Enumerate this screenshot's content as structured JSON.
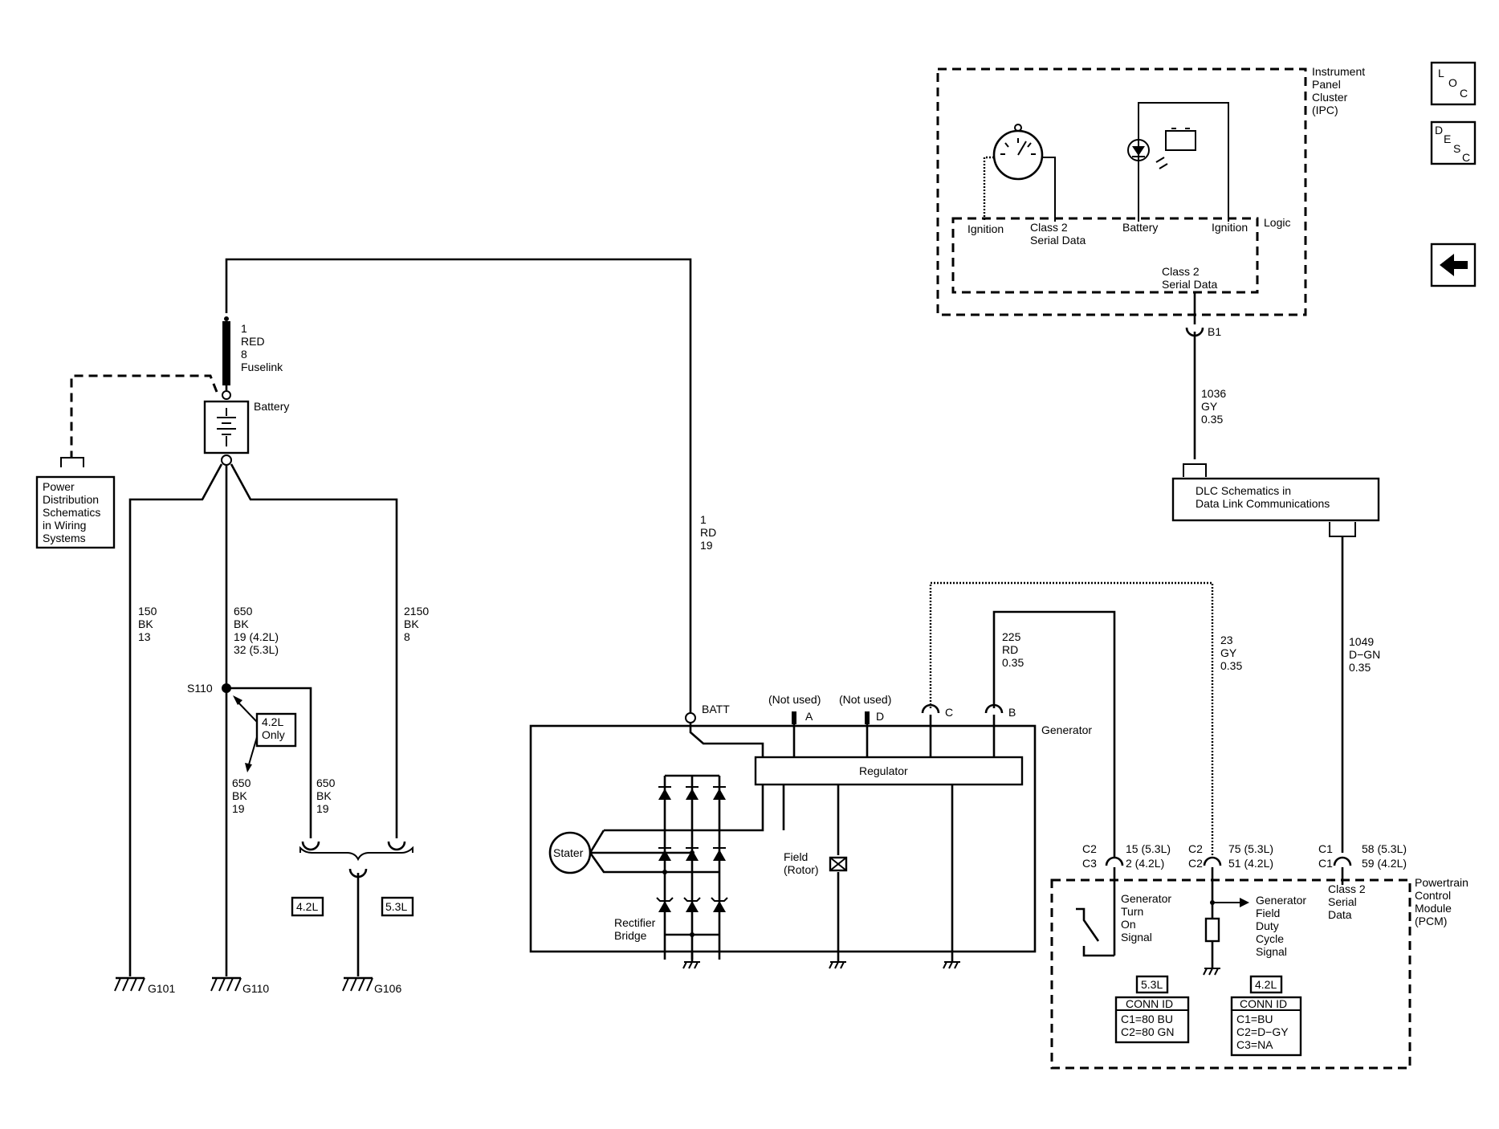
{
  "nav": {
    "loc": [
      "L",
      "O",
      "C"
    ],
    "desc": [
      "D",
      "E",
      "S",
      "C"
    ],
    "back_icon": "left-arrow-icon"
  },
  "ipc": {
    "title": [
      "Instrument",
      "Panel",
      "Cluster",
      "(IPC)"
    ],
    "logic": "Logic",
    "pins": {
      "ignition1": "Ignition",
      "class2": [
        "Class 2",
        "Serial Data"
      ],
      "battery": "Battery",
      "ignition2": "Ignition"
    },
    "class2_bottom": [
      "Class 2",
      "Serial Data"
    ],
    "connector": "B1"
  },
  "wire_1036": [
    "1036",
    "GY",
    "0.35"
  ],
  "dlc": [
    "DLC Schematics in",
    "Data Link Communications"
  ],
  "wire_1049": [
    "1049",
    "D−GN",
    "0.35"
  ],
  "power_dist": [
    "Power",
    "Distribution",
    "Schematics",
    "in Wiring",
    "Systems"
  ],
  "fuselink": [
    "1",
    "RED",
    "8",
    "Fuselink"
  ],
  "battery": "Battery",
  "wire_150": [
    "150",
    "BK",
    "13"
  ],
  "wire_650": [
    "650",
    "BK",
    "19 (4.2L)",
    "32 (5.3L)"
  ],
  "wire_2150": [
    "2150",
    "BK",
    "8"
  ],
  "splice": "S110",
  "only_box": [
    "4.2L",
    "Only"
  ],
  "wire_650b": [
    "650",
    "BK",
    "19"
  ],
  "wire_650c": [
    "650",
    "BK",
    "19"
  ],
  "tag_42": "4.2L",
  "tag_53": "5.3L",
  "grounds": [
    "G101",
    "G110",
    "G106"
  ],
  "wire_1rd": [
    "1",
    "RD",
    "19"
  ],
  "batt": "BATT",
  "not_used_a": "(Not used)",
  "not_used_d": "(Not used)",
  "pin_a": "A",
  "pin_d": "D",
  "pin_c": "C",
  "pin_b": "B",
  "generator": "Generator",
  "regulator": "Regulator",
  "stater": "Stater",
  "field": [
    "Field",
    "(Rotor)"
  ],
  "rectifier": [
    "Rectifier",
    "Bridge"
  ],
  "wire_225": [
    "225",
    "RD",
    "0.35"
  ],
  "wire_23": [
    "23",
    "GY",
    "0.35"
  ],
  "pcm": {
    "title": [
      "Powertrain",
      "Control",
      "Module",
      "(PCM)"
    ],
    "conn1": [
      "C2",
      "C3"
    ],
    "pin1": [
      "15 (5.3L)",
      "2 (4.2L)"
    ],
    "conn2": [
      "C2",
      "C2"
    ],
    "pin2": [
      "75 (5.3L)",
      "51 (4.2L)"
    ],
    "conn3": [
      "C1",
      "C1"
    ],
    "pin3": [
      "58 (5.3L)",
      "59 (4.2L)"
    ],
    "turn_on": [
      "Generator",
      "Turn",
      "On",
      "Signal"
    ],
    "field_duty": [
      "Generator",
      "Field",
      "Duty",
      "Cycle",
      "Signal"
    ],
    "class2": [
      "Class 2",
      "Serial",
      "Data"
    ],
    "tag_53": "5.3L",
    "tag_42": "4.2L",
    "conn_id_53": [
      "CONN ID",
      "C1=80 BU",
      "C2=80 GN"
    ],
    "conn_id_42": [
      "CONN ID",
      "C1=BU",
      "C2=D−GY",
      "C3=NA"
    ]
  }
}
